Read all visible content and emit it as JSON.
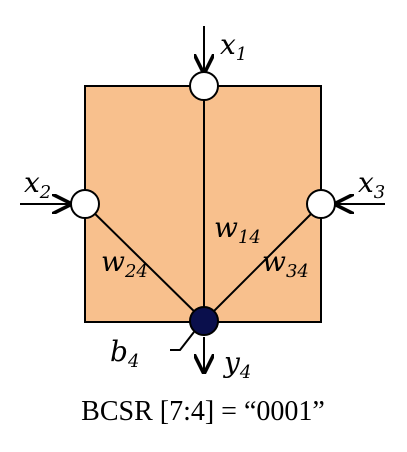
{
  "inputs": {
    "x1": {
      "base": "x",
      "sub": "1"
    },
    "x2": {
      "base": "x",
      "sub": "2"
    },
    "x3": {
      "base": "x",
      "sub": "3"
    }
  },
  "weights": {
    "w14": {
      "base": "w",
      "sub": "14"
    },
    "w24": {
      "base": "w",
      "sub": "24"
    },
    "w34": {
      "base": "w",
      "sub": "34"
    }
  },
  "bias": {
    "base": "b",
    "sub": "4"
  },
  "output": {
    "base": "y",
    "sub": "4"
  },
  "caption": "BCSR [7:4] = “0001”",
  "colors": {
    "box_fill": "#F8C08D",
    "output_node": "#0A0F4C",
    "input_node": "#FFFFFF",
    "stroke": "#000000"
  }
}
